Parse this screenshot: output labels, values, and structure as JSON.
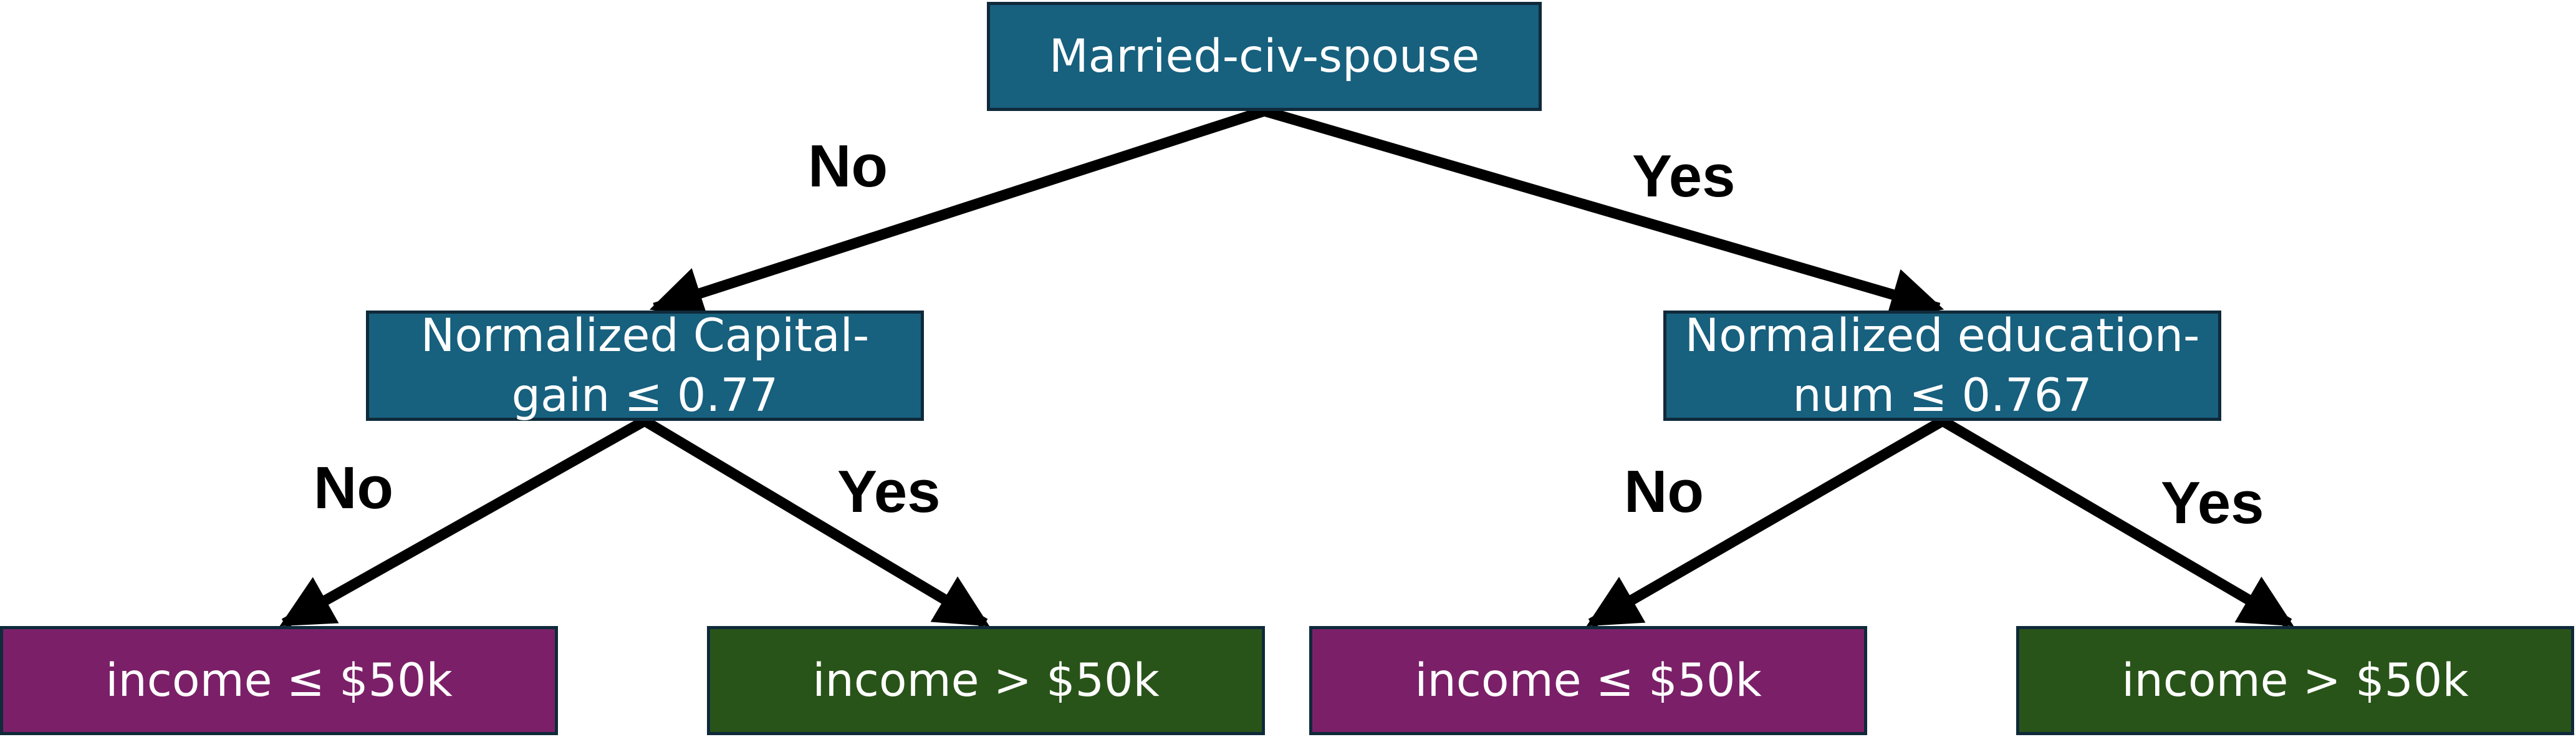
{
  "tree": {
    "root": {
      "label": "Married-civ-spouse"
    },
    "left": {
      "line1": "Normalized Capital-",
      "line2": "gain ≤ 0.77"
    },
    "right": {
      "line1": "Normalized education-",
      "line2": "num ≤ 0.767"
    },
    "leaves": [
      {
        "label": "income ≤ $50k"
      },
      {
        "label": "income > $50k"
      },
      {
        "label": "income ≤ $50k"
      },
      {
        "label": "income > $50k"
      }
    ],
    "edges": {
      "root_left": "No",
      "root_right": "Yes",
      "left_left": "No",
      "left_right": "Yes",
      "right_left": "No",
      "right_right": "Yes"
    }
  },
  "colors": {
    "decision_fill": "#17607e",
    "leaf_low_fill": "#7b2068",
    "leaf_high_fill": "#295419",
    "node_border": "#0f2a3a",
    "edge": "#000000"
  }
}
